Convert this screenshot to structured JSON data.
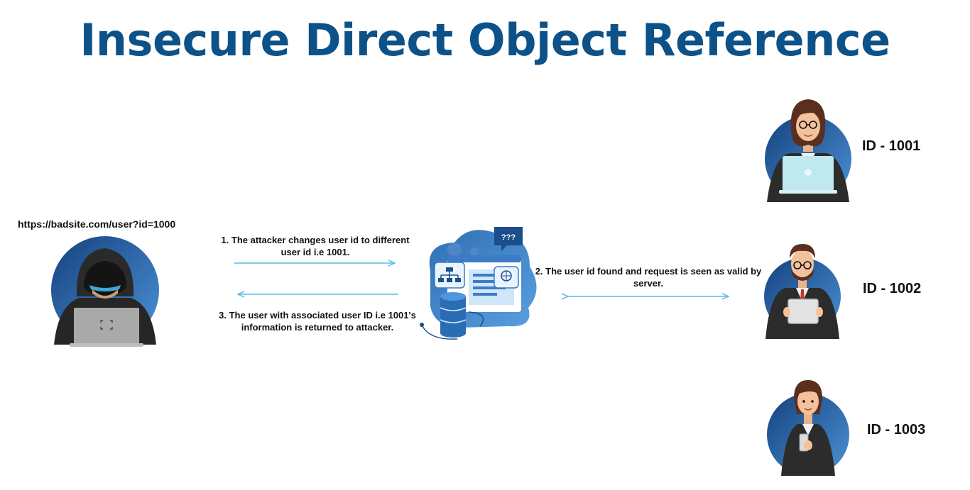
{
  "title": "Insecure Direct Object Reference",
  "attacker": {
    "url": "https://badsite.com/user?id=1000"
  },
  "steps": {
    "step1": "1. The attacker changes user id to different user id i.e 1001.",
    "step2": "2. The user id found and request is seen as valid by server.",
    "step3": "3. The user with associated user ID i.e 1001's information is returned to attacker."
  },
  "server": {
    "bubble_text": "???"
  },
  "users": [
    {
      "label": "ID - 1001",
      "device": "laptop-icon"
    },
    {
      "label": "ID - 1002",
      "device": "tablet-icon"
    },
    {
      "label": "ID - 1003",
      "device": "phone-icon"
    }
  ],
  "colors": {
    "title": "#0c5289",
    "arrow": "#5bb8e6",
    "circle_dark": "#1c4e8c",
    "circle_light": "#4d92d6"
  }
}
